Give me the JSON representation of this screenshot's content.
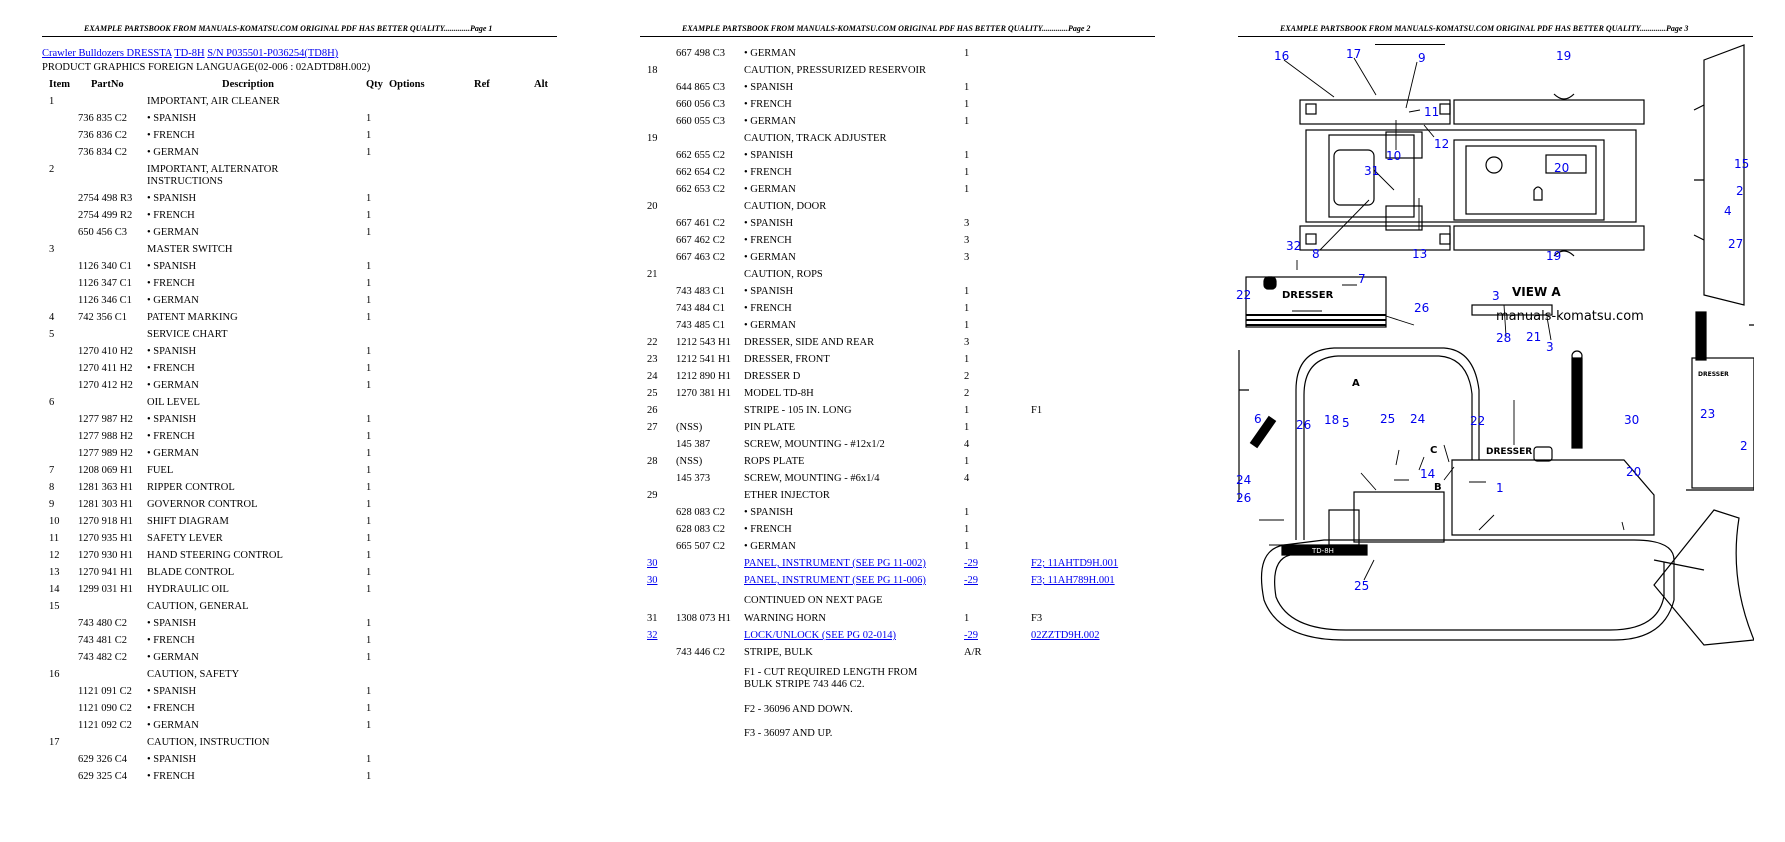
{
  "pages": [
    {
      "header": "EXAMPLE PARTSBOOK FROM MANUALS-KOMATSU.COM ORIGINAL PDF HAS BETTER QUALITY.............Page 1"
    },
    {
      "header": "EXAMPLE PARTSBOOK FROM MANUALS-KOMATSU.COM ORIGINAL PDF HAS BETTER QUALITY.............Page 2"
    },
    {
      "header": "EXAMPLE PARTSBOOK FROM MANUALS-KOMATSU.COM ORIGINAL PDF HAS BETTER QUALITY.............Page 3"
    }
  ],
  "page1": {
    "breadcrumb": {
      "parts": [
        "Crawler Bulldozers DRESSTA",
        "TD-8H",
        "S/N P035501-P036254(TD8H)"
      ]
    },
    "subtitle": "PRODUCT GRAPHICS FOREIGN LANGUAGE(02-006 : 02ADTD8H.002)",
    "columns": [
      "Item",
      "PartNo",
      "Description",
      "Qty",
      "Options",
      "Ref",
      "Alt"
    ],
    "rows": [
      {
        "item": "1",
        "part": "",
        "desc": "IMPORTANT, AIR CLEANER",
        "qty": ""
      },
      {
        "item": "",
        "part": "736 835 C2",
        "desc": "• SPANISH",
        "qty": "1"
      },
      {
        "item": "",
        "part": "736 836 C2",
        "desc": "• FRENCH",
        "qty": "1"
      },
      {
        "item": "",
        "part": "736 834 C2",
        "desc": "• GERMAN",
        "qty": "1"
      },
      {
        "item": "2",
        "part": "",
        "desc": "IMPORTANT, ALTERNATOR",
        "desc2": "INSTRUCTIONS",
        "qty": ""
      },
      {
        "item": "",
        "part": "2754 498 R3",
        "desc": "• SPANISH",
        "qty": "1"
      },
      {
        "item": "",
        "part": "2754 499 R2",
        "desc": "• FRENCH",
        "qty": "1"
      },
      {
        "item": "",
        "part": "650 456 C3",
        "desc": "• GERMAN",
        "qty": "1"
      },
      {
        "item": "3",
        "part": "",
        "desc": "MASTER SWITCH",
        "qty": ""
      },
      {
        "item": "",
        "part": "1126 340 C1",
        "desc": "• SPANISH",
        "qty": "1"
      },
      {
        "item": "",
        "part": "1126 347 C1",
        "desc": "• FRENCH",
        "qty": "1"
      },
      {
        "item": "",
        "part": "1126 346 C1",
        "desc": "• GERMAN",
        "qty": "1"
      },
      {
        "item": "4",
        "part": "742 356 C1",
        "desc": "PATENT MARKING",
        "qty": "1"
      },
      {
        "item": "5",
        "part": "",
        "desc": "SERVICE CHART",
        "qty": ""
      },
      {
        "item": "",
        "part": "1270 410 H2",
        "desc": "• SPANISH",
        "qty": "1"
      },
      {
        "item": "",
        "part": "1270 411 H2",
        "desc": "• FRENCH",
        "qty": "1"
      },
      {
        "item": "",
        "part": "1270 412 H2",
        "desc": "• GERMAN",
        "qty": "1"
      },
      {
        "item": "6",
        "part": "",
        "desc": "OIL LEVEL",
        "qty": ""
      },
      {
        "item": "",
        "part": "1277 987 H2",
        "desc": "• SPANISH",
        "qty": "1"
      },
      {
        "item": "",
        "part": "1277 988 H2",
        "desc": "• FRENCH",
        "qty": "1"
      },
      {
        "item": "",
        "part": "1277 989 H2",
        "desc": "• GERMAN",
        "qty": "1"
      },
      {
        "item": "7",
        "part": "1208 069 H1",
        "desc": "FUEL",
        "qty": "1"
      },
      {
        "item": "8",
        "part": "1281 363 H1",
        "desc": "RIPPER CONTROL",
        "qty": "1"
      },
      {
        "item": "9",
        "part": "1281 303 H1",
        "desc": "GOVERNOR CONTROL",
        "qty": "1"
      },
      {
        "item": "10",
        "part": "1270 918 H1",
        "desc": "SHIFT DIAGRAM",
        "qty": "1"
      },
      {
        "item": "11",
        "part": "1270 935 H1",
        "desc": "SAFETY LEVER",
        "qty": "1"
      },
      {
        "item": "12",
        "part": "1270 930 H1",
        "desc": "HAND STEERING CONTROL",
        "qty": "1"
      },
      {
        "item": "13",
        "part": "1270 941 H1",
        "desc": "BLADE CONTROL",
        "qty": "1"
      },
      {
        "item": "14",
        "part": "1299 031 H1",
        "desc": "HYDRAULIC OIL",
        "qty": "1"
      },
      {
        "item": "15",
        "part": "",
        "desc": "CAUTION, GENERAL",
        "qty": ""
      },
      {
        "item": "",
        "part": "743 480 C2",
        "desc": "• SPANISH",
        "qty": "1"
      },
      {
        "item": "",
        "part": "743 481 C2",
        "desc": "• FRENCH",
        "qty": "1"
      },
      {
        "item": "",
        "part": "743 482 C2",
        "desc": "• GERMAN",
        "qty": "1"
      },
      {
        "item": "16",
        "part": "",
        "desc": "CAUTION, SAFETY",
        "qty": ""
      },
      {
        "item": "",
        "part": "1121 091 C2",
        "desc": "• SPANISH",
        "qty": "1"
      },
      {
        "item": "",
        "part": "1121 090 C2",
        "desc": "• FRENCH",
        "qty": "1"
      },
      {
        "item": "",
        "part": "1121 092 C2",
        "desc": "• GERMAN",
        "qty": "1"
      },
      {
        "item": "17",
        "part": "",
        "desc": "CAUTION, INSTRUCTION",
        "qty": ""
      },
      {
        "item": "",
        "part": "629 326 C4",
        "desc": "• SPANISH",
        "qty": "1"
      },
      {
        "item": "",
        "part": "629 325 C4",
        "desc": "• FRENCH",
        "qty": "1"
      }
    ]
  },
  "page2": {
    "rows": [
      {
        "item": "",
        "part": "667 498 C3",
        "desc": "• GERMAN",
        "qty": "1",
        "ref": ""
      },
      {
        "item": "18",
        "part": "",
        "desc": "CAUTION, PRESSURIZED RESERVOIR",
        "qty": "",
        "ref": ""
      },
      {
        "item": "",
        "part": "644 865 C3",
        "desc": "• SPANISH",
        "qty": "1",
        "ref": ""
      },
      {
        "item": "",
        "part": "660 056 C3",
        "desc": "• FRENCH",
        "qty": "1",
        "ref": ""
      },
      {
        "item": "",
        "part": "660 055 C3",
        "desc": "• GERMAN",
        "qty": "1",
        "ref": ""
      },
      {
        "item": "19",
        "part": "",
        "desc": "CAUTION, TRACK ADJUSTER",
        "qty": "",
        "ref": ""
      },
      {
        "item": "",
        "part": "662 655 C2",
        "desc": "• SPANISH",
        "qty": "1",
        "ref": ""
      },
      {
        "item": "",
        "part": "662 654 C2",
        "desc": "• FRENCH",
        "qty": "1",
        "ref": ""
      },
      {
        "item": "",
        "part": "662 653 C2",
        "desc": "• GERMAN",
        "qty": "1",
        "ref": ""
      },
      {
        "item": "20",
        "part": "",
        "desc": "CAUTION, DOOR",
        "qty": "",
        "ref": ""
      },
      {
        "item": "",
        "part": "667 461 C2",
        "desc": "• SPANISH",
        "qty": "3",
        "ref": ""
      },
      {
        "item": "",
        "part": "667 462 C2",
        "desc": "• FRENCH",
        "qty": "3",
        "ref": ""
      },
      {
        "item": "",
        "part": "667 463 C2",
        "desc": "• GERMAN",
        "qty": "3",
        "ref": ""
      },
      {
        "item": "21",
        "part": "",
        "desc": "CAUTION, ROPS",
        "qty": "",
        "ref": ""
      },
      {
        "item": "",
        "part": "743 483 C1",
        "desc": "• SPANISH",
        "qty": "1",
        "ref": ""
      },
      {
        "item": "",
        "part": "743 484 C1",
        "desc": "• FRENCH",
        "qty": "1",
        "ref": ""
      },
      {
        "item": "",
        "part": "743 485 C1",
        "desc": "• GERMAN",
        "qty": "1",
        "ref": ""
      },
      {
        "item": "22",
        "part": "1212 543 H1",
        "desc": "DRESSER, SIDE AND REAR",
        "qty": "3",
        "ref": ""
      },
      {
        "item": "23",
        "part": "1212 541 H1",
        "desc": "DRESSER, FRONT",
        "qty": "1",
        "ref": ""
      },
      {
        "item": "24",
        "part": "1212 890 H1",
        "desc": "DRESSER D",
        "qty": "2",
        "ref": ""
      },
      {
        "item": "25",
        "part": "1270 381 H1",
        "desc": "MODEL TD-8H",
        "qty": "2",
        "ref": ""
      },
      {
        "item": "26",
        "part": "",
        "desc": "STRIPE - 105 IN. LONG",
        "qty": "1",
        "ref": "F1"
      },
      {
        "item": "27",
        "part": "(NSS)",
        "desc": "PIN PLATE",
        "qty": "1",
        "ref": ""
      },
      {
        "item": "",
        "part": "145 387",
        "desc": "SCREW, MOUNTING - #12x1/2",
        "qty": "4",
        "ref": ""
      },
      {
        "item": "28",
        "part": "(NSS)",
        "desc": "ROPS PLATE",
        "qty": "1",
        "ref": ""
      },
      {
        "item": "",
        "part": "145 373",
        "desc": "SCREW, MOUNTING - #6x1/4",
        "qty": "4",
        "ref": ""
      },
      {
        "item": "29",
        "part": "",
        "desc": "ETHER INJECTOR",
        "qty": "",
        "ref": ""
      },
      {
        "item": "",
        "part": "628 083 C2",
        "desc": "• SPANISH",
        "qty": "1",
        "ref": ""
      },
      {
        "item": "",
        "part": "628 083 C2",
        "desc": "• FRENCH",
        "qty": "1",
        "ref": ""
      },
      {
        "item": "",
        "part": "665 507 C2",
        "desc": "• GERMAN",
        "qty": "1",
        "ref": ""
      }
    ],
    "links": [
      {
        "item": "30",
        "desc": "PANEL, INSTRUMENT (SEE PG 11-002)",
        "qty": "-29",
        "ref": "F2; 11AHTD9H.001"
      },
      {
        "item": "30",
        "desc": "PANEL, INSTRUMENT (SEE PG 11-006)",
        "qty": "-29",
        "ref": "F3; 11AH789H.001"
      }
    ],
    "continued": "CONTINUED ON NEXT PAGE",
    "horn": {
      "item": "31",
      "part": "1308 073 H1",
      "desc": "WARNING HORN",
      "qty": "1",
      "ref": "F3"
    },
    "lock": {
      "item": "32",
      "desc": "LOCK/UNLOCK (SEE PG 02-014)",
      "qty": "-29",
      "ref": "02ZZTD9H.002"
    },
    "bulk": {
      "part": "743 446 C2",
      "desc": "STRIPE, BULK",
      "qty": "A/R"
    },
    "notes": [
      "F1 - CUT REQUIRED LENGTH FROM",
      "BULK STRIPE 743 446 C2.",
      "F2 - 36096 AND DOWN.",
      "F3 - 36097 AND UP."
    ]
  },
  "page3": {
    "watermark": "manuals-komatsu.com",
    "view_label": "VIEW  A",
    "brand_text": "DRESSER",
    "model_text": "TD-8H",
    "callouts": [
      "16",
      "17",
      "9",
      "19",
      "11",
      "12",
      "10",
      "31",
      "20",
      "15",
      "2",
      "4",
      "27",
      "8",
      "13",
      "19",
      "32",
      "7",
      "22",
      "26",
      "3",
      "28",
      "21",
      "3",
      "6",
      "26",
      "18",
      "5",
      "25",
      "24",
      "22",
      "30",
      "23",
      "2",
      "14",
      "20",
      "1",
      "24",
      "26",
      "25",
      "A",
      "B",
      "C"
    ],
    "colors": {
      "callout": "#0000ee",
      "line": "#000000"
    }
  }
}
